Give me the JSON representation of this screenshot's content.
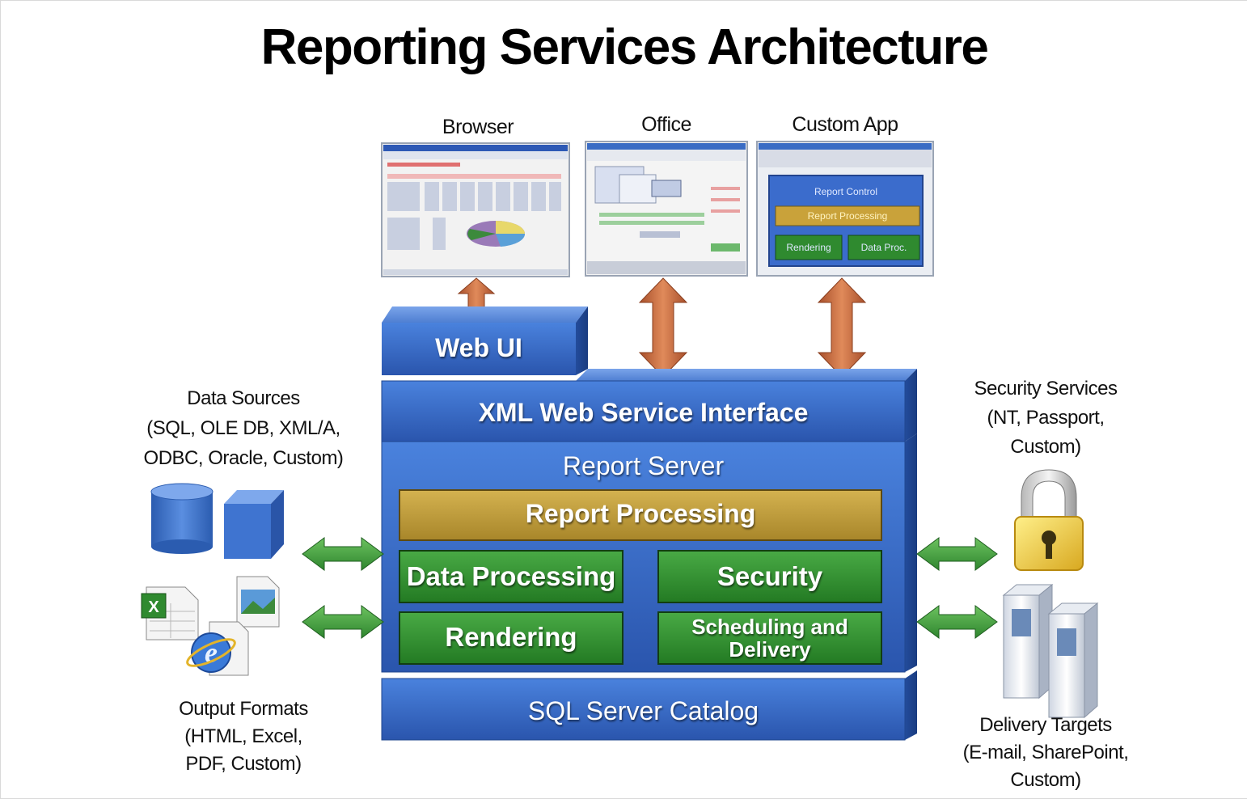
{
  "title": "Reporting Services Architecture",
  "clients": {
    "browser": "Browser",
    "office": "Office",
    "custom_app": "Custom App"
  },
  "custom_app_screen": {
    "report_control": "Report Control",
    "report_processing": "Report Processing",
    "rendering": "Rendering",
    "data_proc": "Data Proc."
  },
  "layers": {
    "web_ui": "Web UI",
    "xml_ws": "XML Web Service Interface",
    "report_server": "Report Server",
    "report_processing": "Report Processing",
    "data_processing": "Data Processing",
    "security": "Security",
    "rendering": "Rendering",
    "scheduling_line1": "Scheduling and",
    "scheduling_line2": "Delivery",
    "catalog": "SQL Server Catalog"
  },
  "data_sources": {
    "line1": "Data Sources",
    "line2": "(SQL, OLE DB, XML/A,",
    "line3": "ODBC, Oracle, Custom)"
  },
  "output_formats": {
    "line1": "Output Formats",
    "line2": "(HTML, Excel,",
    "line3": "PDF, Custom)"
  },
  "security_services": {
    "line1": "Security Services",
    "line2": "(NT, Passport,",
    "line3": "Custom)"
  },
  "delivery_targets": {
    "line1": "Delivery Targets",
    "line2": "(E-mail, SharePoint,",
    "line3": "Custom)"
  },
  "colors": {
    "server_blue": "#2f5fb8",
    "processing_gold": "#b8952e",
    "module_green": "#2f8f2f",
    "arrow_orange": "#c86a3e",
    "arrow_green": "#3d9a3d"
  }
}
